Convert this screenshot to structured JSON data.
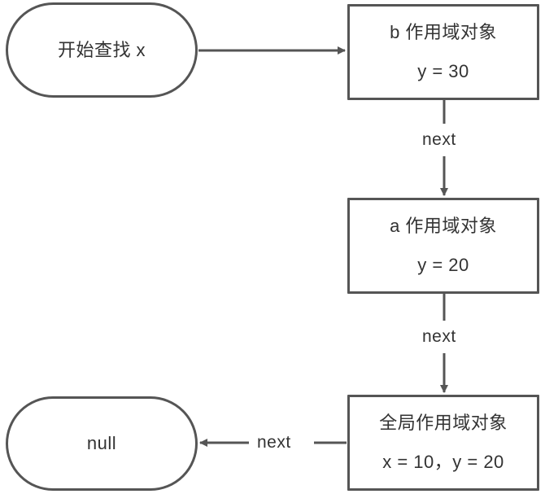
{
  "diagram": {
    "title": "scope-chain-lookup",
    "stroke_color": "#555555",
    "text_color": "#333333",
    "background_color": "#ffffff",
    "nodes": [
      {
        "id": "start",
        "shape": "pill",
        "lines": [
          "开始查找 x"
        ]
      },
      {
        "id": "scope-b",
        "shape": "rect",
        "lines": [
          "b 作用域对象",
          "y = 30"
        ]
      },
      {
        "id": "scope-a",
        "shape": "rect",
        "lines": [
          "a 作用域对象",
          "y = 20"
        ]
      },
      {
        "id": "scope-global",
        "shape": "rect",
        "lines": [
          "全局作用域对象",
          "x = 10，y = 20"
        ]
      },
      {
        "id": "null",
        "shape": "pill",
        "lines": [
          "null"
        ]
      }
    ],
    "edges": [
      {
        "id": "start-to-b",
        "label": "",
        "direction": "right"
      },
      {
        "id": "b-to-a",
        "label": "next",
        "direction": "down"
      },
      {
        "id": "a-to-global",
        "label": "next",
        "direction": "down"
      },
      {
        "id": "global-to-null",
        "label": "next",
        "direction": "left"
      }
    ]
  }
}
